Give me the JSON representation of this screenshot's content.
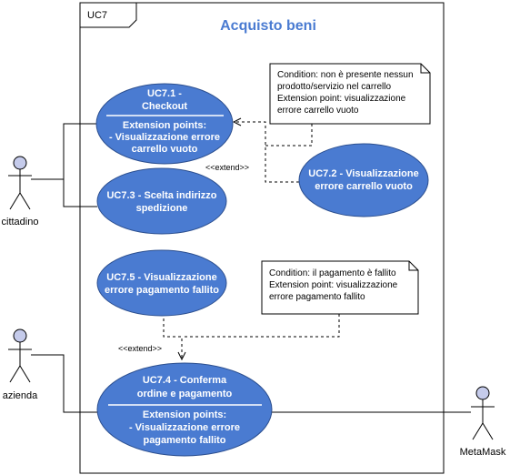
{
  "diagram": {
    "frame_label": "UC7",
    "title": "Acquisto beni",
    "actors": {
      "cittadino": "cittadino",
      "azienda": "azienda",
      "metamask": "MetaMask"
    },
    "usecases": {
      "uc71": {
        "l1": "UC7.1 -",
        "l2": "Checkout",
        "l3": "Extension points:",
        "l4": "- Visualizzazione errore",
        "l5": "carrello vuoto"
      },
      "uc72": {
        "l1": "UC7.2 - Visualizzazione",
        "l2": "errore carrello vuoto"
      },
      "uc73": {
        "l1": "UC7.3 - Scelta indirizzo",
        "l2": "spedizione"
      },
      "uc75": {
        "l1": "UC7.5 - Visualizzazione",
        "l2": "errore pagamento fallito"
      },
      "uc74": {
        "l1": "UC7.4 - Conferma",
        "l2": "ordine e pagamento",
        "l3": "Extension points:",
        "l4": "- Visualizzazione errore",
        "l5": "pagamento fallito"
      }
    },
    "notes": {
      "n1": {
        "l1": "Condition: non è presente nessun",
        "l2": "prodotto/servizio nel carrello",
        "l3": "Extension point: visualizzazione",
        "l4": "errore carrello vuoto"
      },
      "n2": {
        "l1": "Condition: il pagamento è fallito",
        "l2": "Extension point: visualizzazione",
        "l3": "errore pagamento fallito"
      }
    },
    "extend_label": "<<extend>>",
    "colors": {
      "usecase_fill": "#4a7bd1",
      "usecase_stroke": "#2c4f8f",
      "actor_fill": "#c5cbeb",
      "title": "#4a7bd1"
    }
  }
}
